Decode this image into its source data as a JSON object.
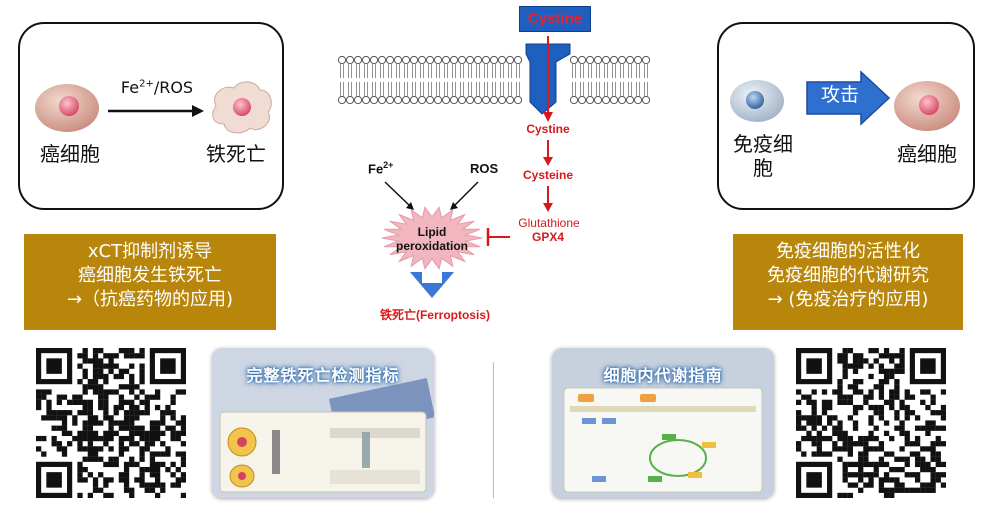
{
  "left_panel": {
    "arrow_label_base": "Fe",
    "arrow_label_sup": "2+",
    "arrow_label_rest": "/ROS",
    "cell_from": "癌细胞",
    "cell_to": "铁死亡"
  },
  "right_panel": {
    "cell_from": "免疫细胞",
    "attack_label": "攻击",
    "cell_to": "癌细胞"
  },
  "pathway": {
    "cystine_top": "Cystine",
    "cystine_in": "Cystine",
    "cysteine": "Cysteine",
    "glutathione": "Glutathione",
    "gpx4": "GPX4",
    "fe_base": "Fe",
    "fe_sup": "2+",
    "ros": "ROS",
    "lipid_line1": "Lipid",
    "lipid_line2": "peroxidation",
    "result": "铁死亡(Ferroptosis)"
  },
  "left_banner": {
    "line1": "xCT抑制剂诱导",
    "line2": "癌细胞发生铁死亡",
    "line3": "→（抗癌药物的应用)"
  },
  "right_banner": {
    "line1": "免疫细胞的活性化",
    "line2": "免疫细胞的代谢研究",
    "line3": "→ (免疫治疗的应用)"
  },
  "left_thumb": {
    "title": "完整铁死亡检测指标"
  },
  "right_thumb": {
    "title": "细胞内代谢指南"
  },
  "colors": {
    "banner": "#b8860b",
    "pathway_red": "#d7191c",
    "transporter_blue": "#1f5fbf",
    "result_arrow_blue": "#3a78d6"
  }
}
